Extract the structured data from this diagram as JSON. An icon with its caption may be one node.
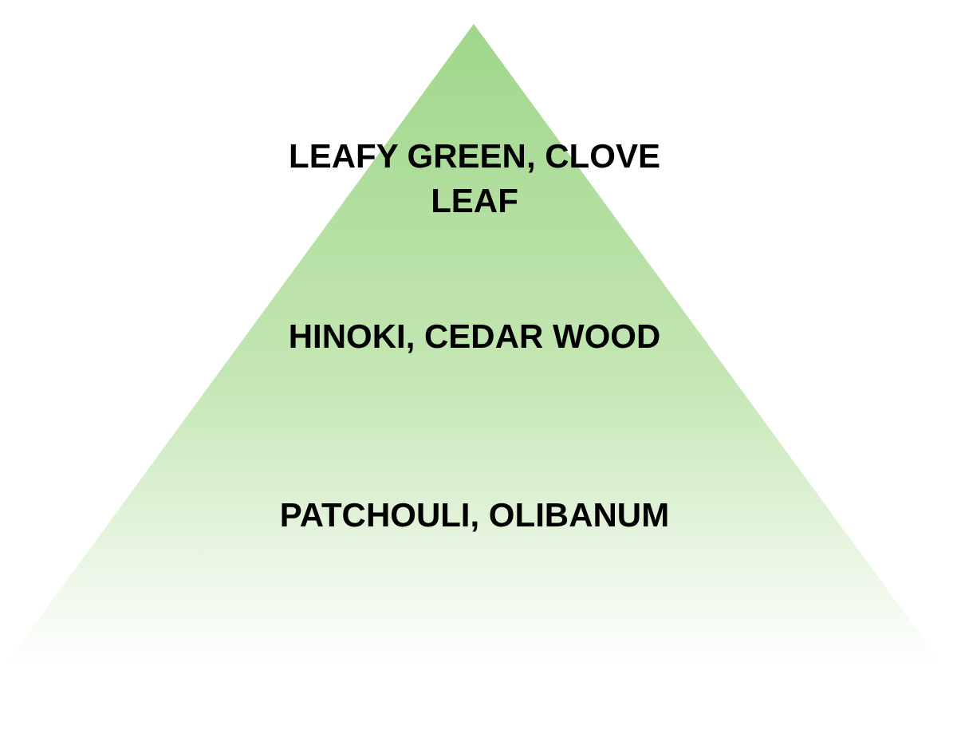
{
  "diagram": {
    "nodes": [
      {
        "text": [
          "LEAFY GREEN, CLOVE LEAF",
          "HINOKI, CEDAR WOOD",
          "PATCHOULI, OLIBANUM"
        ]
      }
    ]
  }
}
